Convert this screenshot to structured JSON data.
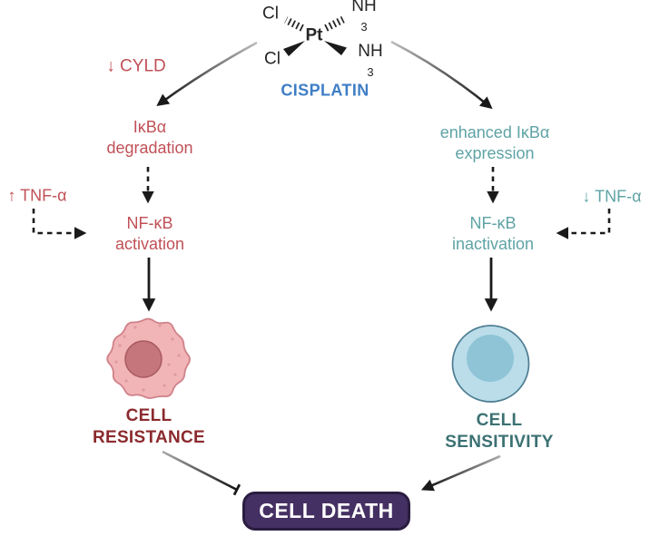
{
  "molecule": {
    "cl": "Cl",
    "pt": "Pt",
    "nh": "NH",
    "sub": "3"
  },
  "cisplatin": "CISPLATIN",
  "left_pathway": {
    "regulator": "↓ CYLD",
    "tnf": "↑ TNF-α",
    "step1_line1": "IκBα",
    "step1_line2": "degradation",
    "step2_line1": "NF-κB",
    "step2_line2": "activation",
    "outcome_line1": "CELL",
    "outcome_line2": "RESISTANCE"
  },
  "right_pathway": {
    "step1_line1": "enhanced IκBα",
    "step1_line2": "expression",
    "tnf": "↓ TNF-α",
    "step2_line1": "NF-κB",
    "step2_line2": "inactivation",
    "outcome_line1": "CELL",
    "outcome_line2": "SENSITIVITY"
  },
  "death": "CELL DEATH",
  "colors": {
    "red_text": "#c05157",
    "dark_red_text": "#8b2a2e",
    "teal_text": "#5fa3a5",
    "dark_teal_text": "#3b7173",
    "cisplatin_blue": "#3f7ec6",
    "arrow_black": "#1a1a1a",
    "badge_bg": "#453063",
    "badge_border": "#2a1c40",
    "badge_text": "#ffffff",
    "resistant_cell_fill": "#f1b4b7",
    "resistant_cell_outline": "#cf8289",
    "resistant_cell_nucleus": "#c4767c",
    "sensitive_cell_fill": "#badde9",
    "sensitive_cell_outline": "#4d7d92",
    "sensitive_cell_nucleus": "#8ec4d6"
  }
}
